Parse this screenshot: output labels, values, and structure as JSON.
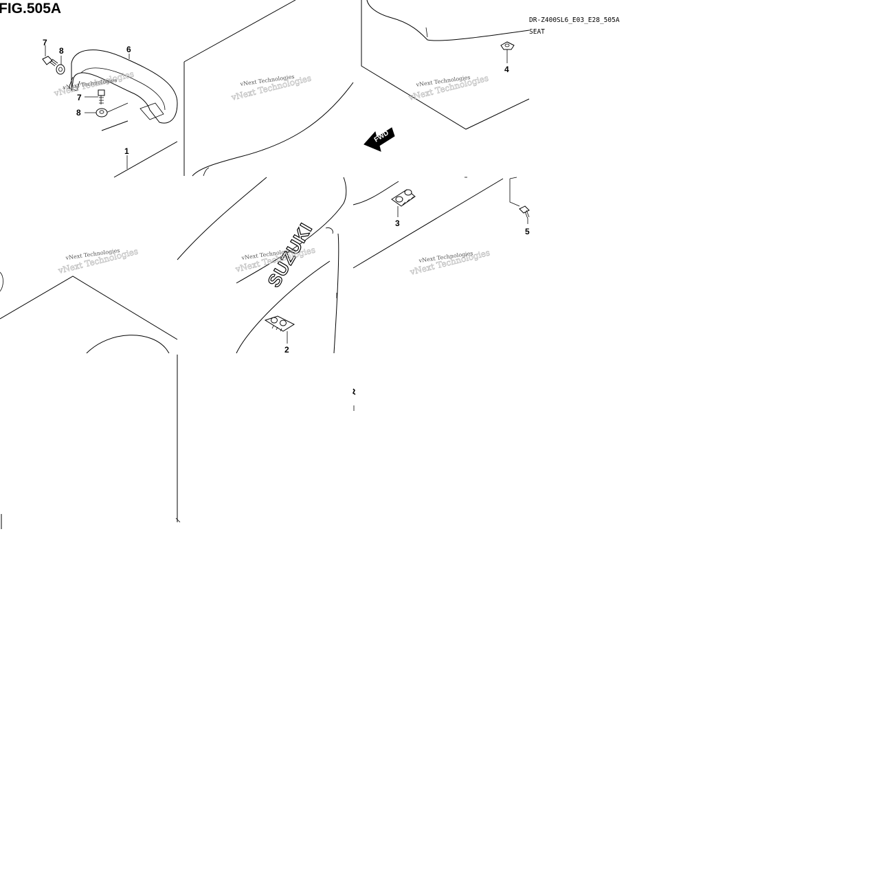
{
  "figure": {
    "title": "FIG.505A",
    "code": "DR-Z400SL6_E03_E28_505A",
    "section_name": "SEAT"
  },
  "watermark": {
    "text": "vNext Technologies"
  },
  "direction_marker": {
    "label": "FWD"
  },
  "brand_logo": {
    "text": "SUZUKI"
  },
  "callouts": [
    {
      "id": "callout-7-top",
      "label": "7"
    },
    {
      "id": "callout-8-top",
      "label": "8"
    },
    {
      "id": "callout-6",
      "label": "6"
    },
    {
      "id": "callout-7-mid",
      "label": "7"
    },
    {
      "id": "callout-8-mid",
      "label": "8"
    },
    {
      "id": "callout-1",
      "label": "1"
    },
    {
      "id": "callout-4",
      "label": "4"
    },
    {
      "id": "callout-3",
      "label": "3"
    },
    {
      "id": "callout-5",
      "label": "5"
    },
    {
      "id": "callout-2",
      "label": "2"
    }
  ],
  "colors": {
    "line": "#000000",
    "background": "#ffffff",
    "watermark": "#555555"
  }
}
